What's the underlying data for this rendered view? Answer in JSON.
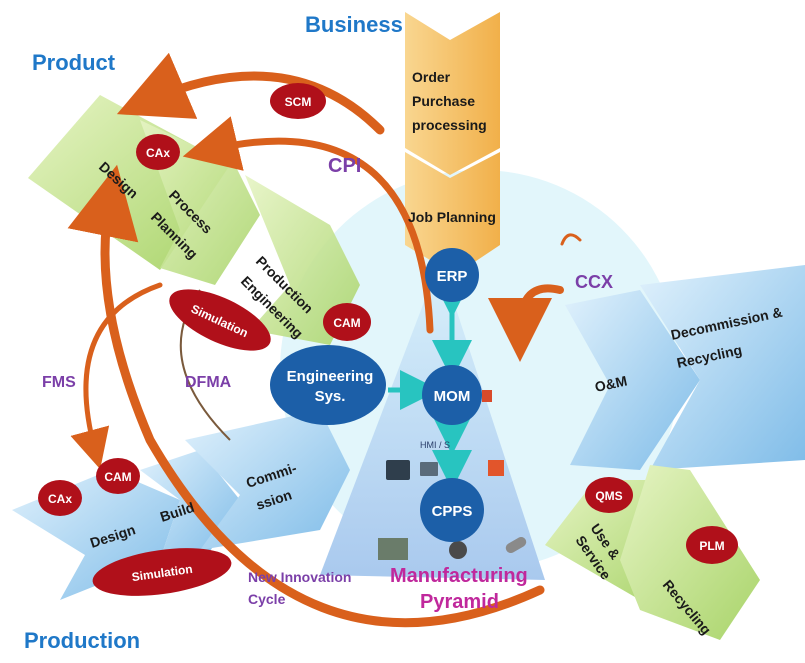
{
  "headings": {
    "business": "Business",
    "product": "Product",
    "production": "Production"
  },
  "business_column": {
    "order": [
      "Order",
      "Purchase",
      "processing"
    ],
    "job_planning": "Job Planning"
  },
  "product_arrows": {
    "design": "Design",
    "process_planning": [
      "Process",
      "Planning"
    ],
    "production_engineering": [
      "Production",
      "Engineering"
    ]
  },
  "production_arrows": {
    "design": "Design",
    "build": "Build",
    "commission": [
      "Commi-",
      "ssion"
    ]
  },
  "lifecycle_arrows": {
    "om": "O&M",
    "decommission": [
      "Decommission &",
      "Recycling"
    ],
    "use_service": [
      "Use &",
      "Service"
    ],
    "recycling": "Recycling"
  },
  "pyramid": {
    "erp": "ERP",
    "mom": "MOM",
    "cpps": "CPPS",
    "hmi": "HMI / S",
    "engineering": [
      "Engineering",
      "Sys."
    ],
    "title": [
      "Manufacturing",
      "Pyramid"
    ]
  },
  "badges": {
    "scm": "SCM",
    "cax_top": "CAx",
    "cam_top": "CAM",
    "simulation_top": "Simulation",
    "cam_bottom": "CAM",
    "cax_bottom": "CAx",
    "simulation_bottom": "Simulation",
    "qms": "QMS",
    "plm": "PLM"
  },
  "cycle_labels": {
    "cpi": "CPI",
    "ccx": "CCX",
    "fms": "FMS",
    "dfma": "DFMA",
    "innovation": [
      "New Innovation",
      "Cycle"
    ]
  },
  "colors": {
    "heading_blue": "#1f78c8",
    "purple": "#7b3fa8",
    "badge_red": "#b0101a",
    "node_blue": "#1c5fa8",
    "orange_arrow": "#d9601c",
    "green_arrow": "#bfe08a",
    "blue_arrow": "#9fcdf0",
    "business_orange": "#f6c66e",
    "pyramid_pink": "#c0289c"
  }
}
